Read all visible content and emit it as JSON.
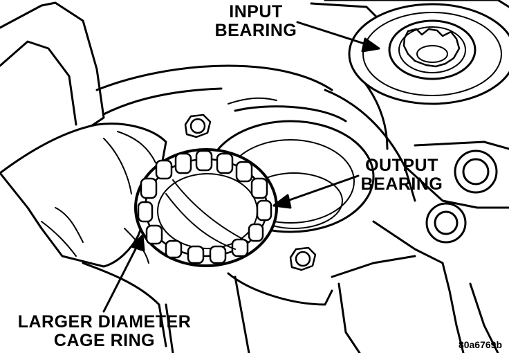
{
  "labels": {
    "input_bearing_line1": "INPUT",
    "input_bearing_line2": "BEARING",
    "output_bearing_line1": "OUTPUT",
    "output_bearing_line2": "BEARING",
    "cage_ring_line1": "LARGER DIAMETER",
    "cage_ring_line2": "CAGE RING"
  },
  "figure_id": "80a6769b",
  "colors": {
    "ink": "#000000",
    "paper": "#ffffff"
  }
}
